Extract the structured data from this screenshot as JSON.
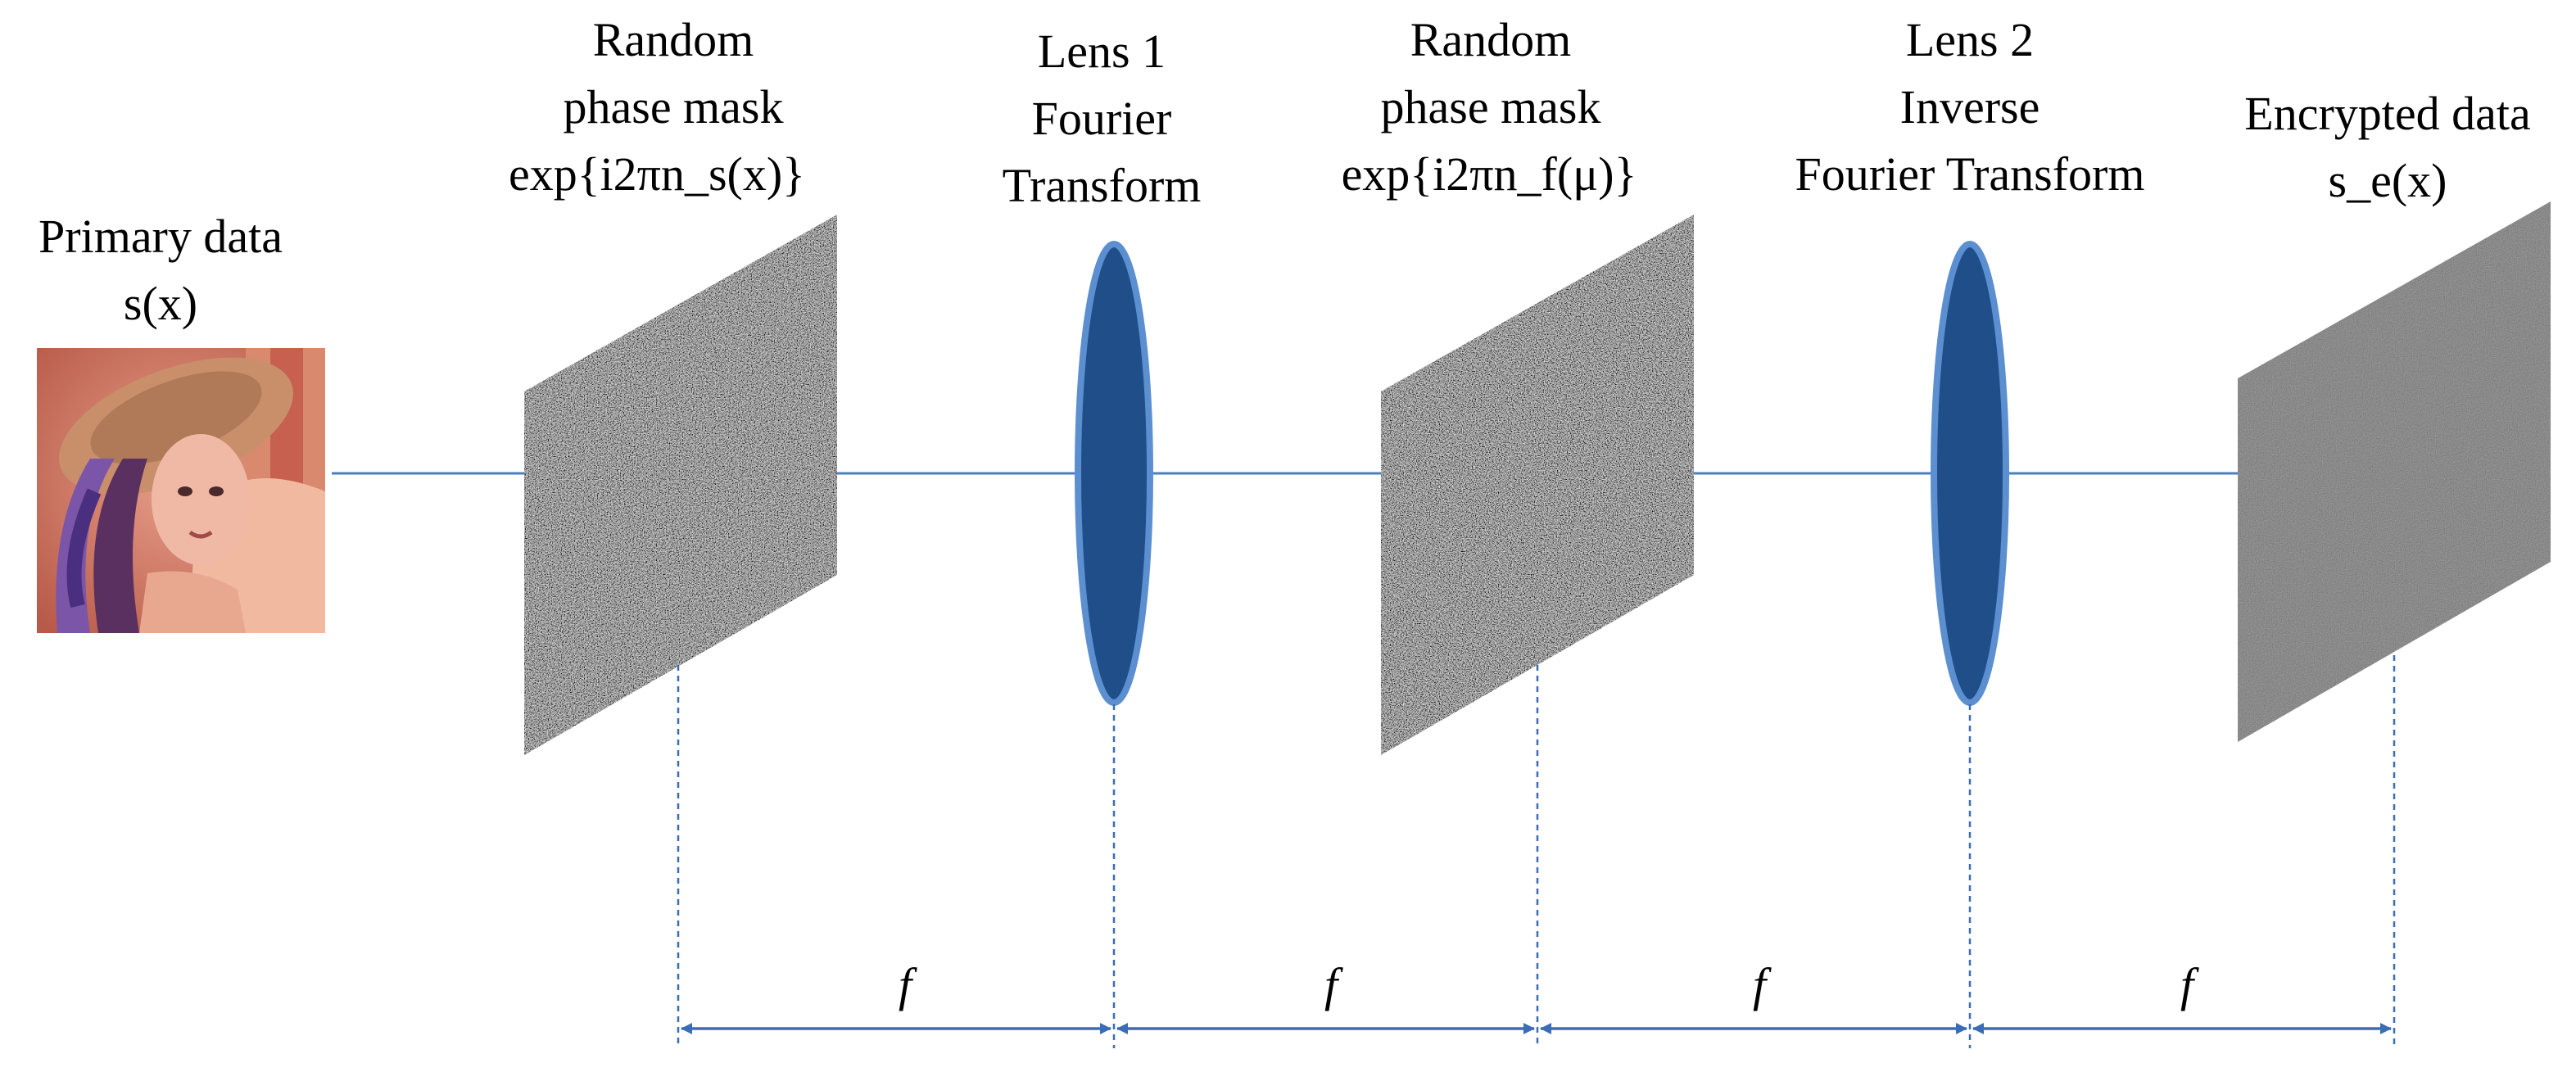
{
  "labels": {
    "primary": {
      "line1": "Primary data",
      "line2": "s(x)"
    },
    "mask1": {
      "line1": "Random",
      "line2": "phase mask",
      "line3": "exp{i2πn_s(x)}"
    },
    "lens1": {
      "line1": "Lens 1",
      "line2": "Fourier",
      "line3": "Transform"
    },
    "mask2": {
      "line1": "Random",
      "line2": "phase mask",
      "line3": "exp{i2πn_f(μ)}"
    },
    "lens2": {
      "line1": "Lens 2",
      "line2": "Inverse",
      "line3": "Fourier Transform"
    },
    "encrypted": {
      "line1": "Encrypted data",
      "line2": "s_e(x)"
    }
  },
  "distances": [
    "f",
    "f",
    "f",
    "f"
  ],
  "colors": {
    "optical_axis": "#4a7fc1",
    "lens_fill": "#1f4e89",
    "lens_stroke": "#5b8fd0",
    "mask_base": "#4a4a4a",
    "encrypted_plane": "#3d3d3d",
    "dimension_line": "#3a6db5"
  },
  "icons": {
    "primary_image": "portrait-photo-of-woman-with-hat",
    "phase_mask": "random-noise-texture",
    "lens": "biconvex-lens"
  }
}
